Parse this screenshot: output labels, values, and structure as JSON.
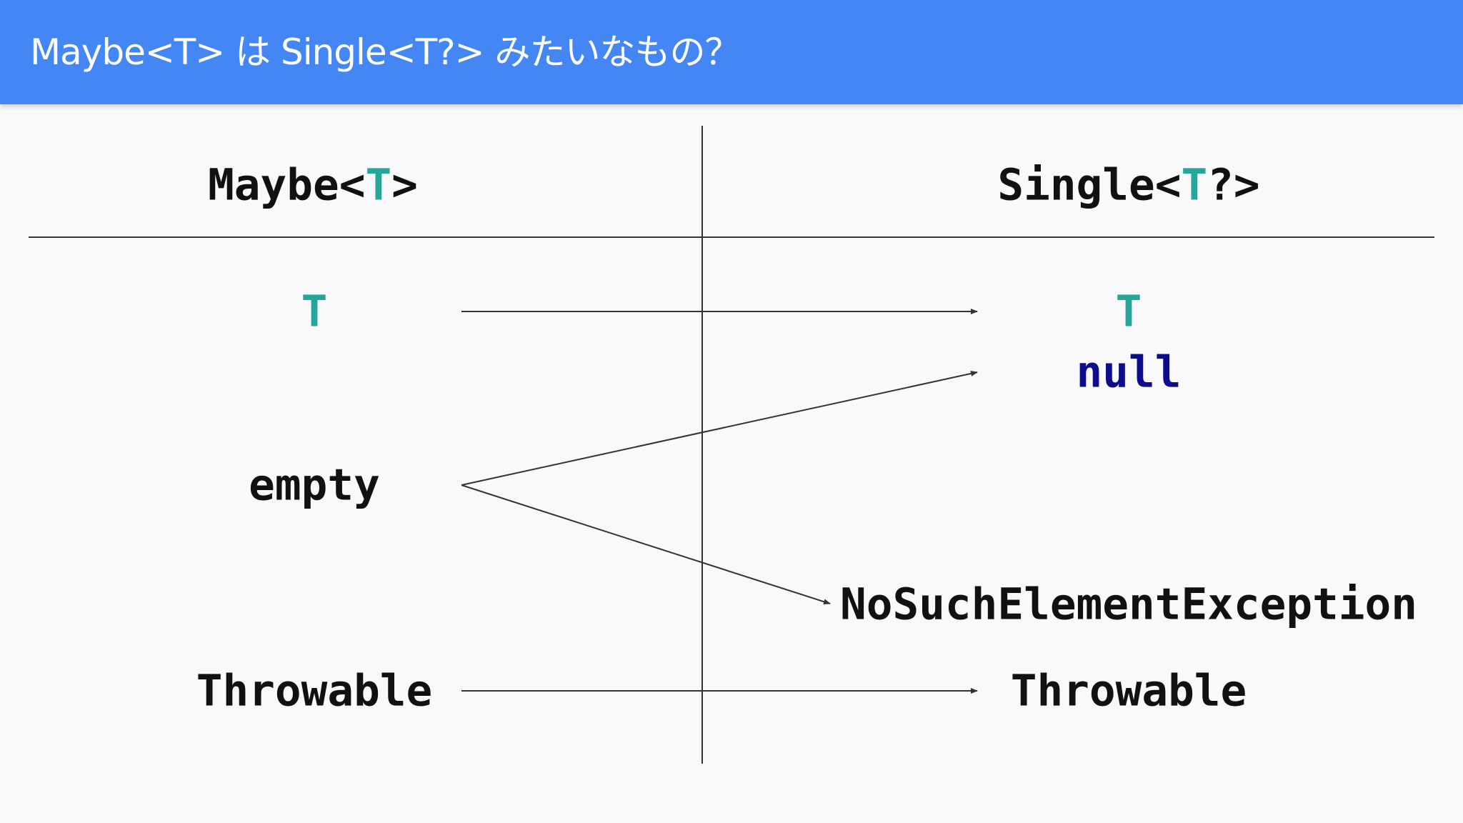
{
  "slide": {
    "title": "Maybe<T> は Single<T?> みたいなもの？"
  },
  "colors": {
    "header_bg": "#4486f4",
    "type_param": "#26a69a",
    "null_keyword": "#0d0d8c",
    "text": "#111111",
    "line": "#333333"
  },
  "table": {
    "left_header": {
      "prefix": "Maybe<",
      "param": "T",
      "suffix": ">"
    },
    "right_header": {
      "prefix": "Single<",
      "param": "T",
      "suffix": "?>"
    }
  },
  "left_items": {
    "t": "T",
    "empty": "empty",
    "throwable": "Throwable"
  },
  "right_items": {
    "t": "T",
    "null": "null",
    "exception": "NoSuchElementException",
    "throwable": "Throwable"
  },
  "mappings": [
    {
      "from": "T",
      "to": "T"
    },
    {
      "from": "empty",
      "to": "null"
    },
    {
      "from": "empty",
      "to": "NoSuchElementException"
    },
    {
      "from": "Throwable",
      "to": "Throwable"
    }
  ]
}
